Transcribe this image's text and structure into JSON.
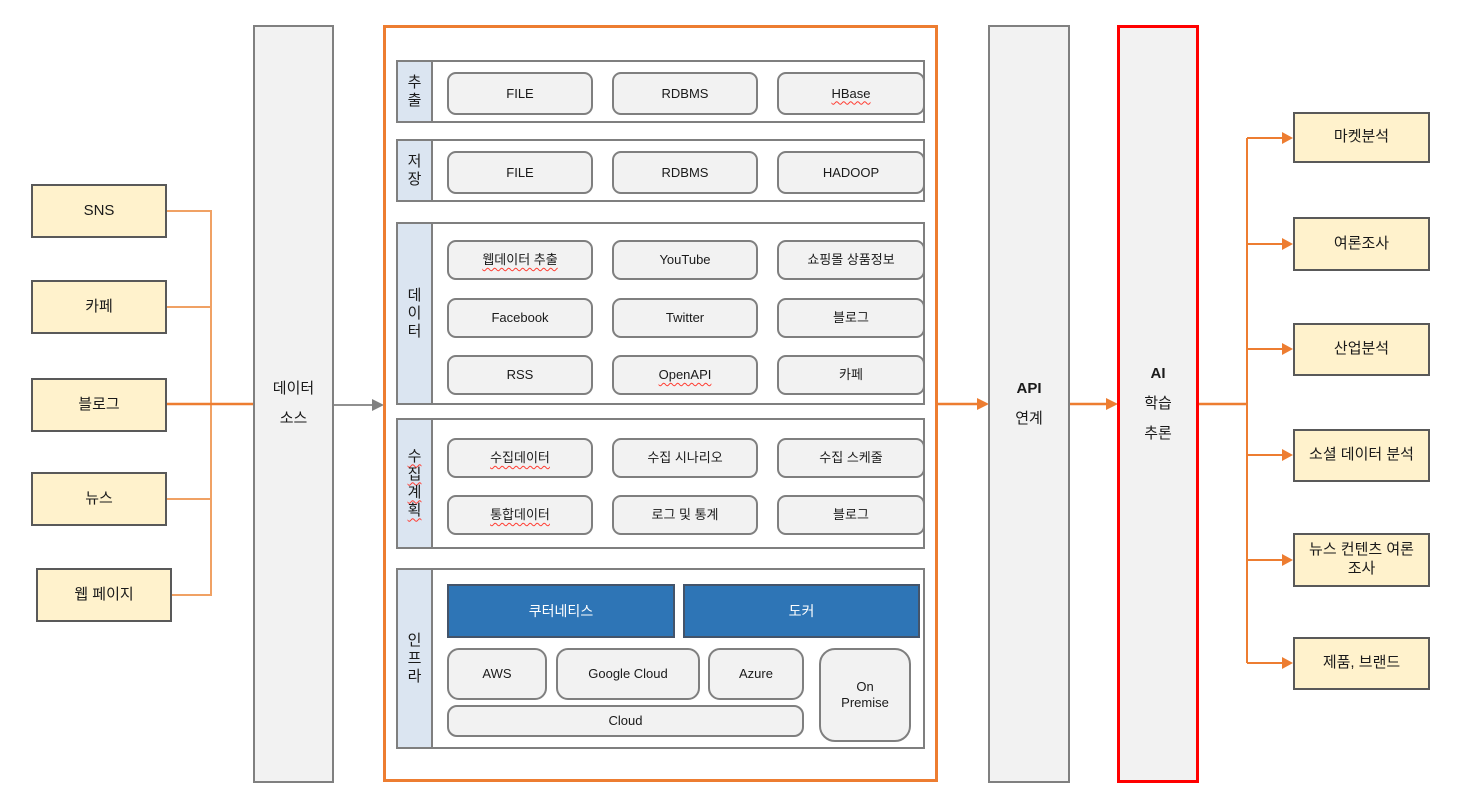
{
  "colors": {
    "accent_orange": "#ED7D31",
    "connector_light_orange": "#F0A164",
    "accent_red": "#FF0000",
    "box_yellow": "#FFF2CC",
    "box_gray": "#F2F2F2",
    "label_blue": "#DBE5F1",
    "infra_blue": "#2E75B6",
    "border_gray": "#7F7F7F",
    "arrow_gray": "#808080"
  },
  "sources": {
    "items": [
      {
        "label": "SNS"
      },
      {
        "label": "카페"
      },
      {
        "label": "블로그"
      },
      {
        "label": "뉴스"
      },
      {
        "label": "웹 페이지"
      }
    ]
  },
  "data_source": {
    "line1": "데이터",
    "line2": "소스"
  },
  "pipeline": {
    "rows": [
      {
        "label": "추출",
        "items": [
          {
            "label": "FILE"
          },
          {
            "label": "RDBMS"
          },
          {
            "label": "HBase",
            "misspelled": true
          }
        ]
      },
      {
        "label": "저장",
        "items": [
          {
            "label": "FILE"
          },
          {
            "label": "RDBMS"
          },
          {
            "label": "HADOOP"
          }
        ]
      },
      {
        "label": "데이터",
        "items": [
          {
            "label": "웹데이터 추출",
            "misspelled": true
          },
          {
            "label": "YouTube"
          },
          {
            "label": "쇼핑몰 상품정보"
          },
          {
            "label": "Facebook"
          },
          {
            "label": "Twitter"
          },
          {
            "label": "블로그"
          },
          {
            "label": "RSS"
          },
          {
            "label": "OpenAPI",
            "misspelled": true
          },
          {
            "label": "카페"
          }
        ]
      },
      {
        "label": "수집계획",
        "misspelled": true,
        "items": [
          {
            "label": "수집데이터",
            "misspelled": true
          },
          {
            "label": "수집 시나리오"
          },
          {
            "label": "수집 스케줄"
          },
          {
            "label": "통합데이터",
            "misspelled": true
          },
          {
            "label": "로그 및 통계"
          },
          {
            "label": "블로그"
          }
        ]
      },
      {
        "label": "인프라",
        "containers": [
          {
            "label": "쿠터네티스"
          },
          {
            "label": "도커"
          }
        ],
        "clouds": [
          {
            "label": "AWS"
          },
          {
            "label": "Google Cloud"
          },
          {
            "label": "Azure"
          }
        ],
        "on_premise": {
          "label": "On Premise"
        },
        "cloud_bar": {
          "label": "Cloud"
        }
      }
    ]
  },
  "api": {
    "line1": "API",
    "line2": "연계"
  },
  "ai": {
    "line1": "AI",
    "line2": "학습",
    "line3": "추론"
  },
  "outputs": {
    "items": [
      {
        "label": "마켓분석"
      },
      {
        "label": "여론조사"
      },
      {
        "label": "산업분석"
      },
      {
        "label": "소셜 데이터 분석"
      },
      {
        "label": "뉴스 컨텐츠 여론조사"
      },
      {
        "label": "제품, 브랜드"
      }
    ]
  }
}
